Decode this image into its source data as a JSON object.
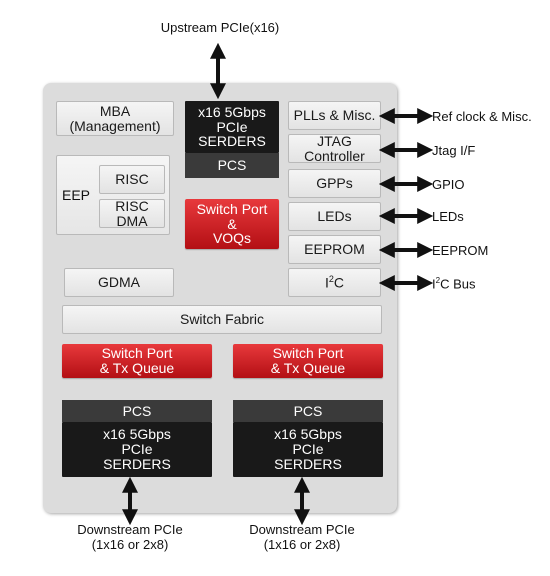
{
  "labels": {
    "upstream": "Upstream PCIe(x16)",
    "downstream_left_1": "Downstream PCIe",
    "downstream_left_2": "(1x16 or 2x8)",
    "downstream_right_1": "Downstream PCIe",
    "downstream_right_2": "(1x16 or 2x8)",
    "ref_clock": "Ref clock & Misc.",
    "jtag_if": "Jtag I/F",
    "gpio": "GPIO",
    "leds": "LEDs",
    "eeprom": "EEPROM",
    "i2c_bus_i": "I",
    "i2c_bus_sup": "2",
    "i2c_bus_rest": "C Bus"
  },
  "blocks": {
    "mba_line1": "MBA",
    "mba_line2": "(Management)",
    "serdes_top_1": "x16 5Gbps",
    "serdes_top_2": "PCIe",
    "serdes_top_3": "SERDERS",
    "pcs_top": "PCS",
    "switch_port_vo_1": "Switch Port",
    "switch_port_vo_2": "&",
    "switch_port_vo_3": "VOQs",
    "eep": "EEP",
    "risc": "RISC",
    "risc_dma": "RISC DMA",
    "plls": "PLLs & Misc.",
    "jtag_1": "JTAG",
    "jtag_2": "Controller",
    "gpps": "GPPs",
    "leds": "LEDs",
    "eeprom": "EEPROM",
    "i2c_i": "I",
    "i2c_sup": "2",
    "i2c_c": "C",
    "gdma": "GDMA",
    "switch_fabric": "Switch Fabric",
    "sp_left_1": "Switch Port",
    "sp_left_2": "& Tx Queue",
    "sp_right_1": "Switch Port",
    "sp_right_2": "& Tx Queue",
    "pcs_left": "PCS",
    "serdes_left_1": "x16 5Gbps",
    "serdes_left_2": "PCIe",
    "serdes_left_3": "SERDERS",
    "pcs_right": "PCS",
    "serdes_right_1": "x16 5Gbps",
    "serdes_right_2": "PCIe",
    "serdes_right_3": "SERDERS"
  },
  "colors": {
    "chip_bg": "#dcdcdc",
    "red_block": "#c81e23",
    "dark_block": "#191919",
    "light_block": "#ececec"
  }
}
